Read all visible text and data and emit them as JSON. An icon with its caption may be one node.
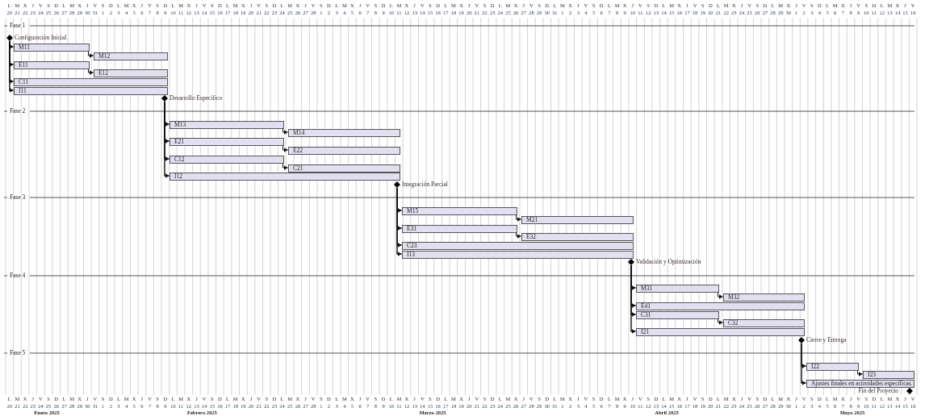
{
  "diagram": {
    "nodes": [
      {
        "text": [
          "Configuración Inicial"
        ]
      },
      {
        "text": [
          "M11"
        ]
      },
      {
        "text": [
          "M12"
        ]
      },
      {
        "text": [
          "E11"
        ]
      },
      {
        "text": [
          "E12"
        ]
      },
      {
        "text": [
          "C11"
        ]
      },
      {
        "text": [
          "I11"
        ]
      },
      {
        "text": [
          "Desarrollo Específico"
        ]
      },
      {
        "text": [
          "M13"
        ]
      },
      {
        "text": [
          "M14"
        ]
      },
      {
        "text": [
          "E21"
        ]
      },
      {
        "text": [
          "E22"
        ]
      },
      {
        "text": [
          "C12"
        ]
      },
      {
        "text": [
          "C21"
        ]
      },
      {
        "text": [
          "I12"
        ]
      },
      {
        "text": [
          "Integración Parcial"
        ]
      },
      {
        "text": [
          "M15"
        ]
      },
      {
        "text": [
          "M21"
        ]
      },
      {
        "text": [
          "E31"
        ]
      },
      {
        "text": [
          "E32"
        ]
      },
      {
        "text": [
          "C23"
        ]
      },
      {
        "text": [
          "I13"
        ]
      },
      {
        "text": [
          "Validación y Optimización"
        ]
      },
      {
        "text": [
          "M31"
        ]
      },
      {
        "text": [
          "M32"
        ]
      },
      {
        "text": [
          "E41"
        ]
      },
      {
        "text": [
          "C31"
        ]
      },
      {
        "text": [
          "C32"
        ]
      },
      {
        "text": [
          "I21"
        ]
      },
      {
        "text": [
          "Cierre y Entrega"
        ]
      },
      {
        "text": [
          "I22"
        ]
      },
      {
        "text": [
          "I23"
        ]
      },
      {
        "text": [
          "Ajustes finales en actividades específicas."
        ]
      },
      {
        "text": [
          "Fin del Proyecto"
        ]
      }
    ],
    "edges": [
      {
        "from": 0,
        "to": 1,
        "arrow": "to"
      },
      {
        "from": 0,
        "to": 3,
        "arrow": "to"
      },
      {
        "from": 0,
        "to": 5,
        "arrow": "to"
      },
      {
        "from": 0,
        "to": 6,
        "arrow": "to"
      },
      {
        "from": 1,
        "to": 2,
        "arrow": "to"
      },
      {
        "from": 3,
        "to": 4,
        "arrow": "to"
      },
      {
        "from": 7,
        "to": 8,
        "arrow": "to"
      },
      {
        "from": 7,
        "to": 10,
        "arrow": "to"
      },
      {
        "from": 7,
        "to": 12,
        "arrow": "to"
      },
      {
        "from": 7,
        "to": 14,
        "arrow": "to"
      },
      {
        "from": 8,
        "to": 9,
        "arrow": "to"
      },
      {
        "from": 10,
        "to": 11,
        "arrow": "to"
      },
      {
        "from": 12,
        "to": 13,
        "arrow": "to"
      },
      {
        "from": 15,
        "to": 16,
        "arrow": "to"
      },
      {
        "from": 15,
        "to": 18,
        "arrow": "to"
      },
      {
        "from": 15,
        "to": 20,
        "arrow": "to"
      },
      {
        "from": 15,
        "to": 21,
        "arrow": "to"
      },
      {
        "from": 16,
        "to": 17,
        "arrow": "to"
      },
      {
        "from": 18,
        "to": 19,
        "arrow": "to"
      },
      {
        "from": 22,
        "to": 23,
        "arrow": "to"
      },
      {
        "from": 22,
        "to": 25,
        "arrow": "to"
      },
      {
        "from": 22,
        "to": 26,
        "arrow": "to"
      },
      {
        "from": 22,
        "to": 28,
        "arrow": "to"
      },
      {
        "from": 23,
        "to": 24,
        "arrow": "to"
      },
      {
        "from": 26,
        "to": 27,
        "arrow": "to"
      },
      {
        "from": 29,
        "to": 30,
        "arrow": "to"
      },
      {
        "from": 29,
        "to": 32,
        "arrow": "to"
      },
      {
        "from": 30,
        "to": 31,
        "arrow": "to"
      }
    ],
    "labels": [
      "L",
      "M",
      "X",
      "J",
      "V",
      "S",
      "D",
      "L",
      "M",
      "X",
      "J",
      "V",
      "S",
      "D",
      "L",
      "M",
      "X",
      "J",
      "V",
      "S",
      "D",
      "L",
      "M",
      "X",
      "J",
      "V",
      "S",
      "D",
      "L",
      "M",
      "X",
      "J",
      "V",
      "S",
      "D",
      "L",
      "M",
      "X",
      "J",
      "V",
      "S",
      "D",
      "L",
      "M",
      "X",
      "J",
      "V",
      "S",
      "D",
      "L",
      "M",
      "X",
      "J",
      "V",
      "S",
      "D",
      "L",
      "M",
      "X",
      "J",
      "V",
      "S",
      "D",
      "L",
      "M",
      "X",
      "J",
      "V",
      "S",
      "D",
      "L",
      "M",
      "X",
      "J",
      "V",
      "S",
      "D",
      "L",
      "M",
      "X",
      "J",
      "V",
      "S",
      "D",
      "L",
      "M",
      "X",
      "J",
      "V",
      "S",
      "D",
      "L",
      "M",
      "X",
      "J",
      "V",
      "S",
      "D",
      "L",
      "M",
      "X",
      "J",
      "V",
      "S",
      "D",
      "L",
      "M",
      "X",
      "J",
      "V",
      "S",
      "D",
      "L",
      "M",
      "X",
      "J",
      "V",
      "20",
      "21",
      "22",
      "23",
      "24",
      "25",
      "26",
      "27",
      "28",
      "29",
      "30",
      "31",
      "1",
      "2",
      "3",
      "4",
      "5",
      "6",
      "7",
      "8",
      "9",
      "10",
      "11",
      "12",
      "13",
      "14",
      "15",
      "16",
      "17",
      "18",
      "19",
      "20",
      "21",
      "22",
      "23",
      "24",
      "25",
      "26",
      "27",
      "28",
      "1",
      "2",
      "3",
      "4",
      "5",
      "6",
      "7",
      "8",
      "9",
      "10",
      "11",
      "12",
      "13",
      "14",
      "15",
      "16",
      "17",
      "18",
      "19",
      "20",
      "21",
      "22",
      "23",
      "24",
      "25",
      "26",
      "27",
      "28",
      "29",
      "30",
      "31",
      "1",
      "2",
      "3",
      "4",
      "5",
      "6",
      "7",
      "8",
      "9",
      "10",
      "11",
      "12",
      "13",
      "14",
      "15",
      "16",
      "17",
      "18",
      "19",
      "20",
      "21",
      "22",
      "23",
      "24",
      "25",
      "26",
      "27",
      "28",
      "29",
      "30",
      "1",
      "2",
      "3",
      "4",
      "5",
      "6",
      "7",
      "8",
      "9",
      "10",
      "11",
      "12",
      "13",
      "14",
      "15",
      "16",
      "Fase 1",
      "Fase 2",
      "Fase 3",
      "Fase 4",
      "Fase 5",
      "L",
      "M",
      "X",
      "J",
      "V",
      "S",
      "D",
      "L",
      "M",
      "X",
      "J",
      "V",
      "S",
      "D",
      "L",
      "M",
      "X",
      "J",
      "V",
      "S",
      "D",
      "L",
      "M",
      "X",
      "J",
      "V",
      "S",
      "D",
      "L",
      "M",
      "X",
      "J",
      "V",
      "S",
      "D",
      "L",
      "M",
      "X",
      "J",
      "V",
      "S",
      "D",
      "L",
      "M",
      "X",
      "J",
      "V",
      "S",
      "D",
      "L",
      "M",
      "X",
      "J",
      "V",
      "S",
      "D",
      "L",
      "M",
      "X",
      "J",
      "V",
      "S",
      "D",
      "L",
      "M",
      "X",
      "J",
      "V",
      "S",
      "D",
      "L",
      "M",
      "X",
      "J",
      "V",
      "S",
      "D",
      "L",
      "M",
      "X",
      "J",
      "V",
      "S",
      "D",
      "L",
      "M",
      "X",
      "J",
      "V",
      "S",
      "D",
      "L",
      "M",
      "X",
      "J",
      "V",
      "S",
      "D",
      "L",
      "M",
      "X",
      "J",
      "V",
      "S",
      "D",
      "L",
      "M",
      "X",
      "J",
      "V",
      "S",
      "D",
      "L",
      "M",
      "X",
      "J",
      "V",
      "20",
      "21",
      "22",
      "23",
      "24",
      "25",
      "26",
      "27",
      "28",
      "29",
      "30",
      "31",
      "1",
      "2",
      "3",
      "4",
      "5",
      "6",
      "7",
      "8",
      "9",
      "10",
      "11",
      "12",
      "13",
      "14",
      "15",
      "16",
      "17",
      "18",
      "19",
      "20",
      "21",
      "22",
      "23",
      "24",
      "25",
      "26",
      "27",
      "28",
      "1",
      "2",
      "3",
      "4",
      "5",
      "6",
      "7",
      "8",
      "9",
      "10",
      "11",
      "12",
      "13",
      "14",
      "15",
      "16",
      "17",
      "18",
      "19",
      "20",
      "21",
      "22",
      "23",
      "24",
      "25",
      "26",
      "27",
      "28",
      "29",
      "30",
      "31",
      "1",
      "2",
      "3",
      "4",
      "5",
      "6",
      "7",
      "8",
      "9",
      "10",
      "11",
      "12",
      "13",
      "14",
      "15",
      "16",
      "17",
      "18",
      "19",
      "20",
      "21",
      "22",
      "23",
      "24",
      "25",
      "26",
      "27",
      "28",
      "29",
      "30",
      "1",
      "2",
      "3",
      "4",
      "5",
      "6",
      "7",
      "8",
      "9",
      "10",
      "11",
      "12",
      "13",
      "14",
      "15",
      "16",
      "Enero 2025",
      "Febrero 2025",
      "Marzo 2025",
      "Abril 2025",
      "Mayo 2025"
    ]
  }
}
